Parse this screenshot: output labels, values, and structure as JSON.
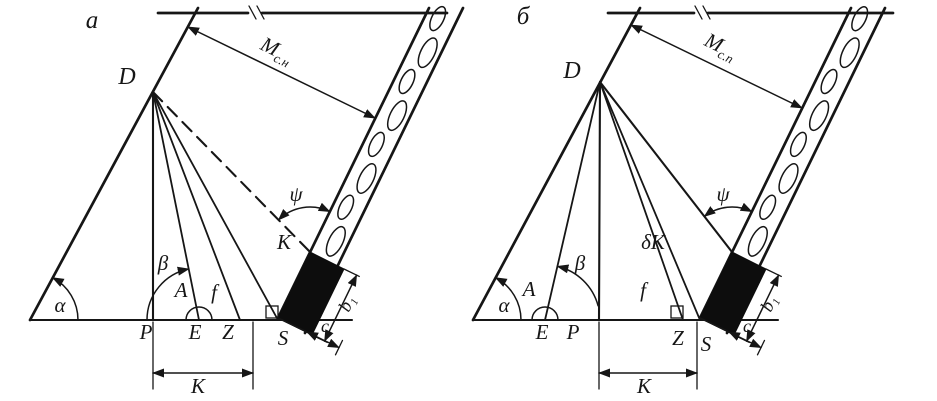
{
  "panels": [
    {
      "letter": "а",
      "D": "D",
      "alpha": "α",
      "beta": "β",
      "psi": "ψ",
      "A": "A",
      "f": "f",
      "seam_point": "K",
      "P": "P",
      "E": "E",
      "Z": "Z",
      "S": "S",
      "M_main": "M",
      "M_sub": "с.н",
      "b1": "b₁",
      "c": "c",
      "K_dim": "K"
    },
    {
      "letter": "б",
      "D": "D",
      "alpha": "α",
      "beta": "β",
      "psi": "ψ",
      "A": "A",
      "f": "f",
      "seam_point": "δK",
      "P": "P",
      "E": "E",
      "Z": "Z",
      "S": "S",
      "M_main": "M",
      "M_sub": "с.п",
      "b1": "b₁",
      "c": "c",
      "K_dim": "K"
    }
  ]
}
